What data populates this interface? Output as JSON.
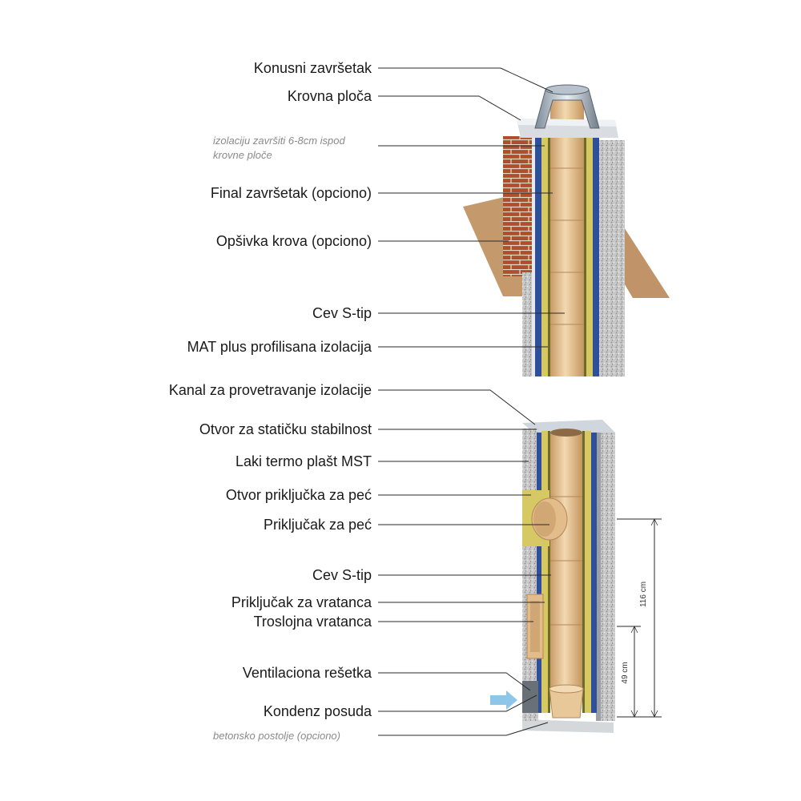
{
  "labels": {
    "konusni": "Konusni završetak",
    "krovna": "Krovna ploča",
    "izolacija_note_1": "izolaciju završiti 6-8cm ispod",
    "izolacija_note_2": "krovne ploče",
    "final": "Final završetak (opciono)",
    "opsivka": "Opšivka krova (opciono)",
    "cev1": "Cev S-tip",
    "mat": "MAT plus profilisana izolacija",
    "kanal": "Kanal za provetravanje izolacije",
    "otvor_stat": "Otvor za statičku stabilnost",
    "laki": "Laki termo plašt MST",
    "otvor_prik": "Otvor priključka za peć",
    "prikljucak": "Priključak za peć",
    "cev2": "Cev S-tip",
    "prik_vrat": "Priključak za vratanca",
    "troslojna": "Troslojna vratanca",
    "vent": "Ventilaciona rešetka",
    "kondenz": "Kondenz posuda",
    "betonsko": "betonsko postolje (opciono)"
  },
  "dimensions": {
    "upper": "116 cm",
    "lower": "49 cm"
  },
  "colors": {
    "pipe": "#e6c79a",
    "pipe_shade": "#c9a070",
    "insulation": "#d8c860",
    "insulation_dark": "#7c7a2e",
    "blue_layer": "#2e4f9c",
    "brick": "#b0502e",
    "block": "#b8b8b8",
    "roof_sheet": "#c59b6e",
    "air_arrow": "#8ec6ea"
  }
}
